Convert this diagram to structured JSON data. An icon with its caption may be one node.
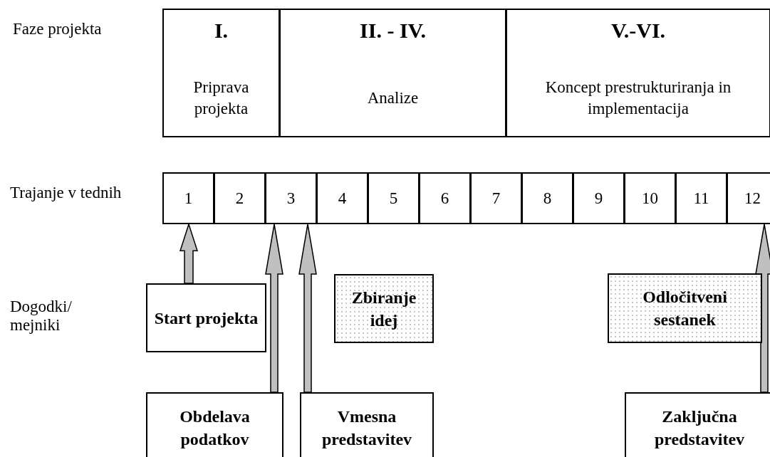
{
  "diagram": {
    "nodes": [
      {
        "text": [
          "I.",
          "Priprava projekta"
        ]
      },
      {
        "text": [
          "II. - IV.",
          "Analize"
        ]
      },
      {
        "text": [
          "V.-VI.",
          "Koncept prestrukturiranja in implementacija"
        ]
      },
      {
        "text": [
          "1"
        ]
      },
      {
        "text": [
          "2"
        ]
      },
      {
        "text": [
          "3"
        ]
      },
      {
        "text": [
          "4"
        ]
      },
      {
        "text": [
          "5"
        ]
      },
      {
        "text": [
          "6"
        ]
      },
      {
        "text": [
          "7"
        ]
      },
      {
        "text": [
          "8"
        ]
      },
      {
        "text": [
          "9"
        ]
      },
      {
        "text": [
          "10"
        ]
      },
      {
        "text": [
          "11"
        ]
      },
      {
        "text": [
          "12"
        ]
      },
      {
        "text": [
          "Start projekta"
        ]
      },
      {
        "text": [
          "Zbiranje idej"
        ]
      },
      {
        "text": [
          "Odločitveni sestanek"
        ]
      },
      {
        "text": [
          "Obdelava podatkov"
        ]
      },
      {
        "text": [
          "Vmesna predstavitev"
        ]
      },
      {
        "text": [
          "Zaključna predstavitev"
        ]
      }
    ],
    "edges": [
      {
        "from": 15,
        "to": 3,
        "arrow": "to"
      },
      {
        "from": 18,
        "to": 5,
        "arrow": "to"
      },
      {
        "from": 19,
        "to": 5,
        "arrow": "to"
      },
      {
        "from": 20,
        "to": 14,
        "arrow": "to"
      }
    ],
    "labels": [
      "Faze projekta",
      "Trajanje v tednih",
      "Dogodki/ mejniki"
    ]
  }
}
